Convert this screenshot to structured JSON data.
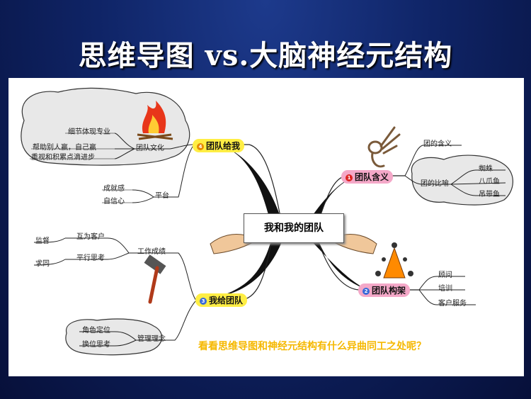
{
  "title": "思维导图 vs.大脑神经元结构",
  "center": "我和我的团队",
  "question": "看看思维导图和神经元结构有什么异曲同工之处呢？",
  "colors": {
    "yellow_node": "#ffee44",
    "pink_node": "#f4a8c8",
    "question_text": "#f5b800"
  },
  "branches": {
    "team_give_me": {
      "num": "4",
      "label": "团队给我",
      "culture": {
        "label": "团队文化",
        "items": [
          "细节体现专业",
          "帮助别人赢，自己赢",
          "重视和积累点滴进步"
        ]
      },
      "platform": {
        "label": "平台",
        "items": [
          "成就感",
          "自信心"
        ]
      }
    },
    "team_meaning": {
      "num": "1",
      "label": "团队含义",
      "meaning": "团的含义",
      "metaphor": {
        "label": "团的比喻",
        "items": [
          "蜘蛛",
          "八爪鱼",
          "吊带鱼"
        ]
      }
    },
    "me_give_team": {
      "num": "3",
      "label": "我给团队",
      "results": {
        "label": "工作成绩",
        "items": [
          {
            "label": "互为客户",
            "sub": "监督"
          },
          {
            "label": "平行思考",
            "sub": "求同"
          }
        ]
      },
      "management": {
        "label": "管理理念",
        "items": [
          "角色定位",
          "换位思考"
        ]
      }
    },
    "team_structure": {
      "num": "2",
      "label": "团队构架",
      "items": [
        "顾问",
        "培训",
        "客户服务"
      ]
    }
  },
  "icons": [
    "fire-icon",
    "ok-hand-icon",
    "hammer-icon",
    "cone-figure-icon",
    "hands-holding-sign-icon"
  ]
}
